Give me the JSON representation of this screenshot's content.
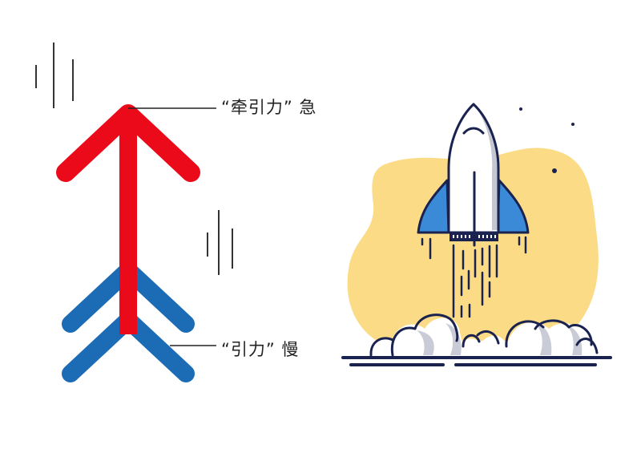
{
  "diagram": {
    "top_label": "“牵引力” 急",
    "bottom_label": "“引力” 慢",
    "arrow_color_main": "#ea0a1a",
    "arrow_color_secondary": "#1b6bb5",
    "leader_line_color": "#222222"
  },
  "illustration": {
    "subject": "rocket-launch",
    "blob_color": "#fbdb86",
    "rocket_body_color": "#ffffff",
    "rocket_shade_color": "#c4c7d2",
    "rocket_fin_color": "#3a8ad8",
    "outline_color": "#1a2350",
    "cloud_color": "#ffffff",
    "cloud_shade_color": "#c9ccd6"
  }
}
